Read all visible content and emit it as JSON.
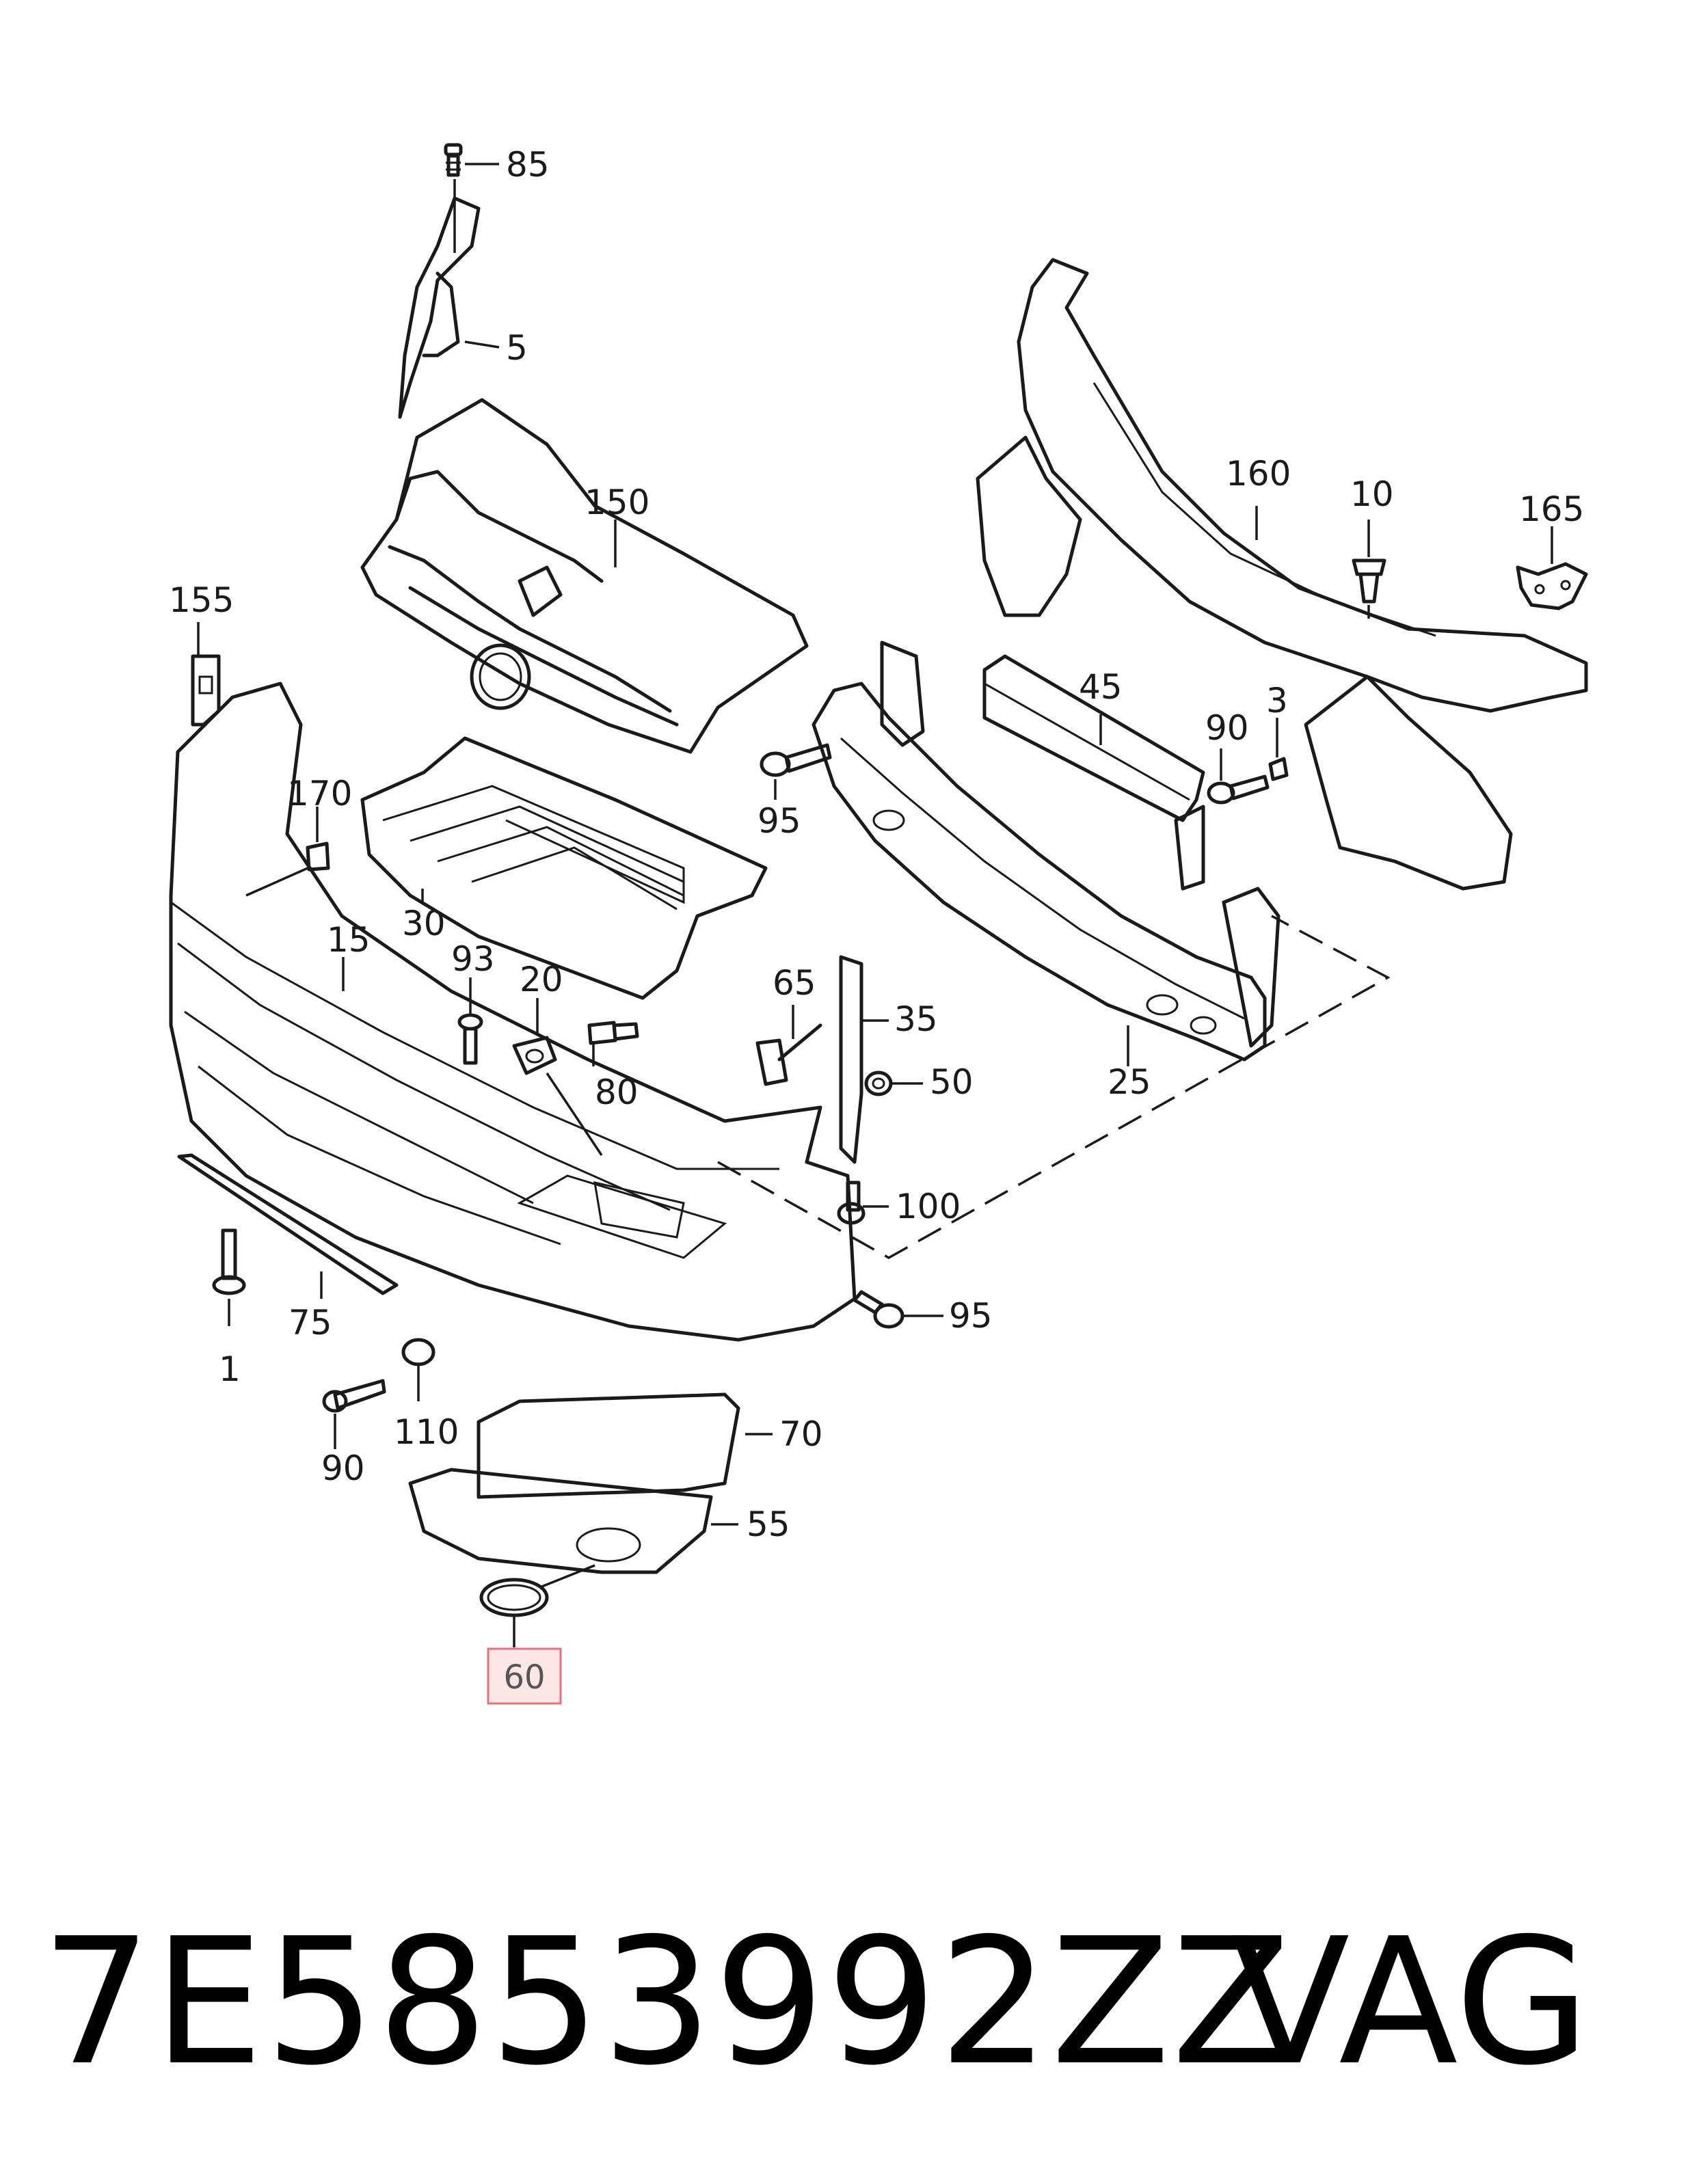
{
  "callouts": [
    "85",
    "5",
    "150",
    "160",
    "10",
    "165",
    "155",
    "170",
    "45",
    "3",
    "90",
    "95",
    "30",
    "15",
    "93",
    "20",
    "65",
    "35",
    "80",
    "50",
    "25",
    "100",
    "95",
    "75",
    "1",
    "110",
    "90",
    "70",
    "55"
  ],
  "highlighted_callout": "60",
  "footer": {
    "part_number": "7E5853992ZZ",
    "brand": "VAG"
  },
  "colors": {
    "line": "#1a1a1a",
    "highlight_border": "#e8727a",
    "highlight_fill": "#fde6e6"
  }
}
